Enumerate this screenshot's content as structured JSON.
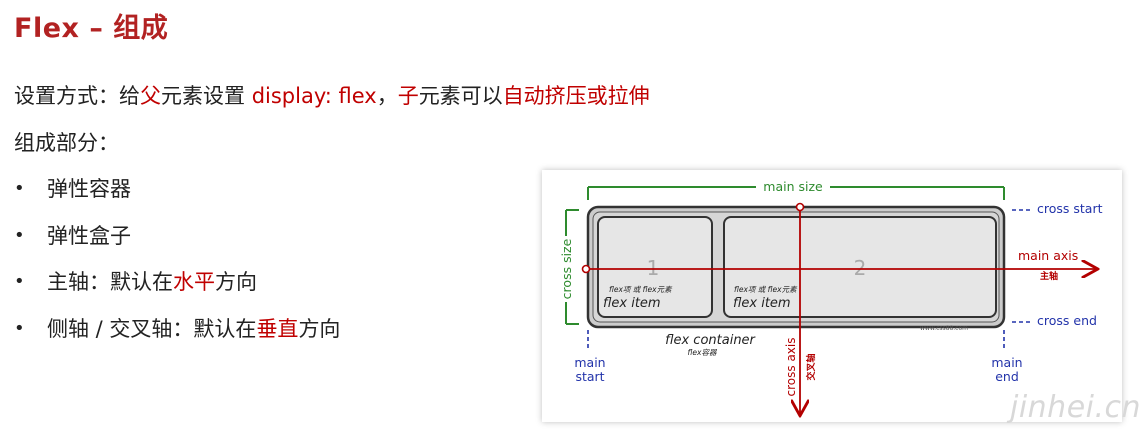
{
  "title": "Flex – 组成",
  "line1": {
    "p1": "设置方式：给",
    "p2": "父",
    "p3": "元素设置 ",
    "p4": "display: flex",
    "p5": "，",
    "p6": "子",
    "p7": "元素可以",
    "p8": "自动挤压或拉伸"
  },
  "line2": "组成部分：",
  "bullets": [
    {
      "dot": "•",
      "text": "弹性容器"
    },
    {
      "dot": "•",
      "text": "弹性盒子"
    },
    {
      "dot": "•",
      "a": "主轴：默认在",
      "b": "水平",
      "c": "方向"
    },
    {
      "dot": "•",
      "a": "侧轴 / 交叉轴：默认在",
      "b": "垂直",
      "c": "方向"
    }
  ],
  "diagram": {
    "main_size": "main size",
    "cross_start": "cross start",
    "cross_end": "cross end",
    "cross_size": "cross size",
    "main_axis": "main axis",
    "main_axis_cn": "主轴",
    "cross_axis": "cross axis",
    "cross_axis_cn": "交叉轴",
    "item1_number": "1",
    "item2_number": "2",
    "item1_small": "flex项 或 flex元素",
    "item2_small": "flex项 或 flex元素",
    "item1_label": "flex item",
    "item2_label": "flex item",
    "container_label": "flex container",
    "container_cn": "flex容器",
    "site": "www.css88.com",
    "main_start_1": "main",
    "main_start_2": "start",
    "main_end_1": "main",
    "main_end_2": "end",
    "colors": {
      "green": "#2e8b2e",
      "red": "#b30000",
      "blue": "#2233aa",
      "container_fill": "#d0d0d0",
      "item_fill": "#e6e6e6"
    }
  },
  "watermark": "jinhei.cn"
}
